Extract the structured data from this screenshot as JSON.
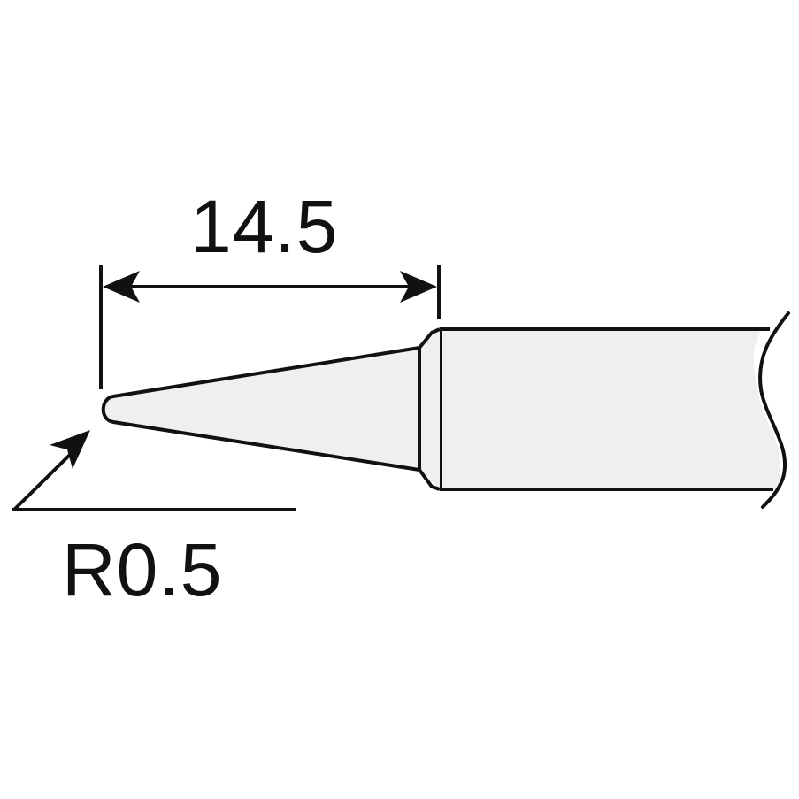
{
  "figure": {
    "type": "technical-drawing",
    "subject": "conical soldering tip side profile",
    "colors": {
      "background": "#ffffff",
      "stroke": "#111111",
      "fill": "#efefef"
    }
  },
  "dimensions": {
    "length": {
      "label": "14.5",
      "value": 14.5
    },
    "tip_radius": {
      "label": "R0.5",
      "value": 0.5
    }
  }
}
